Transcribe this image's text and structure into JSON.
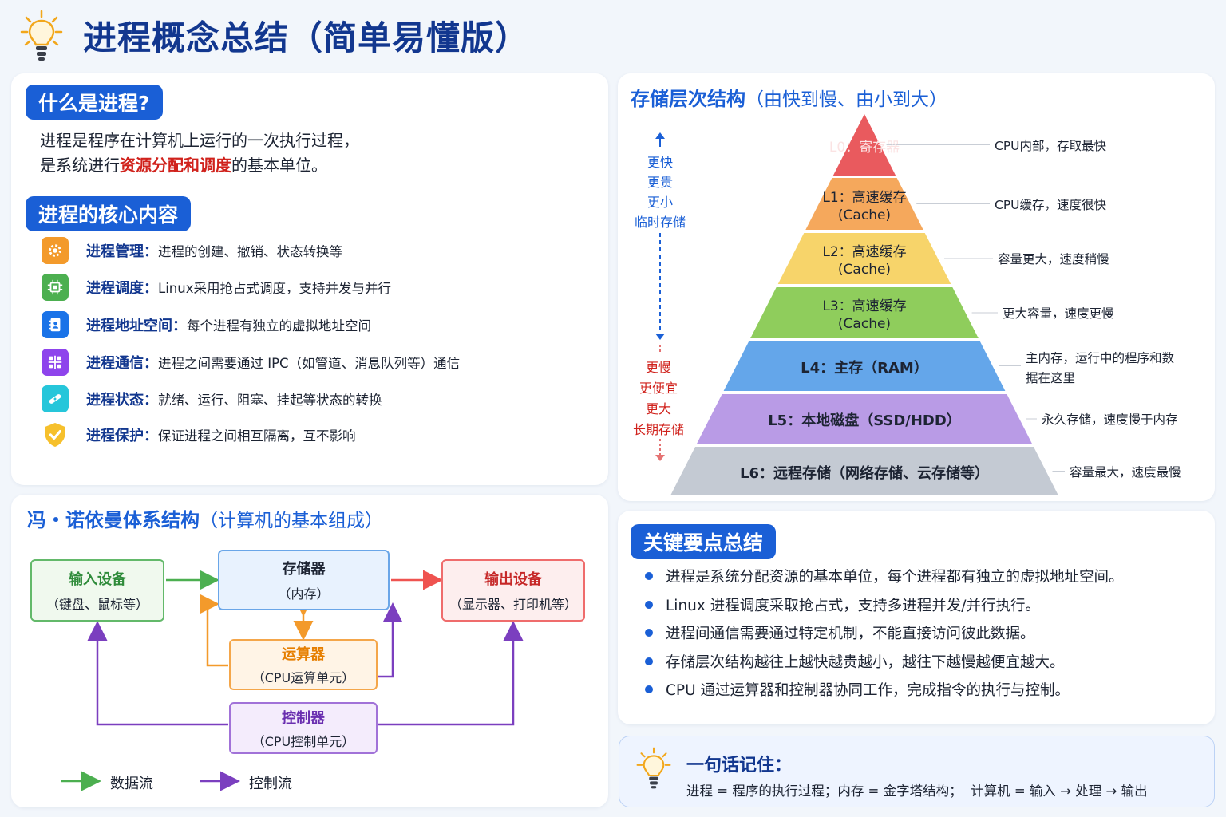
{
  "page_title": "进程概念总结（简单易懂版）",
  "what_is": {
    "pill": "什么是进程?",
    "line1": "进程是程序在计算机上运行的一次执行过程，",
    "line2_pre": "是系统进行",
    "line2_hl": "资源分配和调度",
    "line2_post": "的基本单位。"
  },
  "core": {
    "pill": "进程的核心内容",
    "items": [
      {
        "icon": "gear-icon",
        "color": "#f39a2b",
        "title": "进程管理：",
        "desc": "进程的创建、撤销、状态转换等"
      },
      {
        "icon": "cpu-chip-icon",
        "color": "#4caf50",
        "title": "进程调度：",
        "desc": "Linux采用抢占式调度，支持并发与并行"
      },
      {
        "icon": "address-book-icon",
        "color": "#1a73e8",
        "title": "进程地址空间：",
        "desc": "每个进程有独立的虚拟地址空间"
      },
      {
        "icon": "network-icon",
        "color": "#8e44ec",
        "title": "进程通信：",
        "desc": "进程之间需要通过 IPC（如管道、消息队列等）通信"
      },
      {
        "icon": "state-switch-icon",
        "color": "#26c6da",
        "title": "进程状态：",
        "desc": "就绪、运行、阻塞、挂起等状态的转换"
      },
      {
        "icon": "shield-check-icon",
        "color": "#f6c02c",
        "title": "进程保护：",
        "desc": "保证进程之间相互隔离，互不影响"
      }
    ]
  },
  "von_neumann": {
    "title": "冯・诺依曼体系结构",
    "subtitle": "（计算机的基本组成）",
    "input": {
      "title": "输入设备",
      "sub": "（键盘、鼠标等）"
    },
    "memory": {
      "title": "存储器",
      "sub": "（内存）"
    },
    "output": {
      "title": "输出设备",
      "sub": "（显示器、打印机等）"
    },
    "alu": {
      "title": "运算器",
      "sub": "（CPU运算单元）"
    },
    "control": {
      "title": "控制器",
      "sub": "（CPU控制单元）"
    },
    "legend_data": "数据流",
    "legend_control": "控制流"
  },
  "hierarchy": {
    "title": "存储层次结构",
    "subtitle": "（由快到慢、由小到大）",
    "top_words": [
      "更快",
      "更贵",
      "更小",
      "临时存储"
    ],
    "bottom_words": [
      "更慢",
      "更便宜",
      "更大",
      "长期存储"
    ],
    "levels": [
      {
        "label": "L0：寄存器",
        "label2": "",
        "color": "#e95a5e",
        "desc": "CPU内部，存取最快"
      },
      {
        "label": "L1：高速缓存",
        "label2": "(Cache)",
        "color": "#f5a85c",
        "desc": "CPU缓存，速度很快"
      },
      {
        "label": "L2：高速缓存",
        "label2": "(Cache)",
        "color": "#f7d46a",
        "desc": "容量更大，速度稍慢"
      },
      {
        "label": "L3：高速缓存",
        "label2": "(Cache)",
        "color": "#8fcd5c",
        "desc": "更大容量，速度更慢"
      },
      {
        "label": "L4：主存（RAM）",
        "label2": "",
        "color": "#64a6ea",
        "desc": "主内存，运行中的程序和数",
        "desc2": "据在这里"
      },
      {
        "label": "L5：本地磁盘（SSD/HDD）",
        "label2": "",
        "color": "#b99be6",
        "desc": "永久存储，速度慢于内存"
      },
      {
        "label": "L6：远程存储（网络存储、云存储等）",
        "label2": "",
        "color": "#c4cad3",
        "desc": "容量最大，速度最慢"
      }
    ]
  },
  "key_points": {
    "pill": "关键要点总结",
    "items": [
      "进程是系统分配资源的基本单位，每个进程都有独立的虚拟地址空间。",
      "Linux 进程调度采取抢占式，支持多进程并发/并行执行。",
      "进程间通信需要通过特定机制，不能直接访问彼此数据。",
      "存储层次结构越往上越快越贵越小，越往下越慢越便宜越大。",
      "CPU 通过运算器和控制器协同工作，完成指令的执行与控制。"
    ]
  },
  "remember": {
    "title": "一句话记住：",
    "text": "进程 = 程序的执行过程；内存 = 金字塔结构；  计算机 = 输入 → 处理 → 输出"
  }
}
